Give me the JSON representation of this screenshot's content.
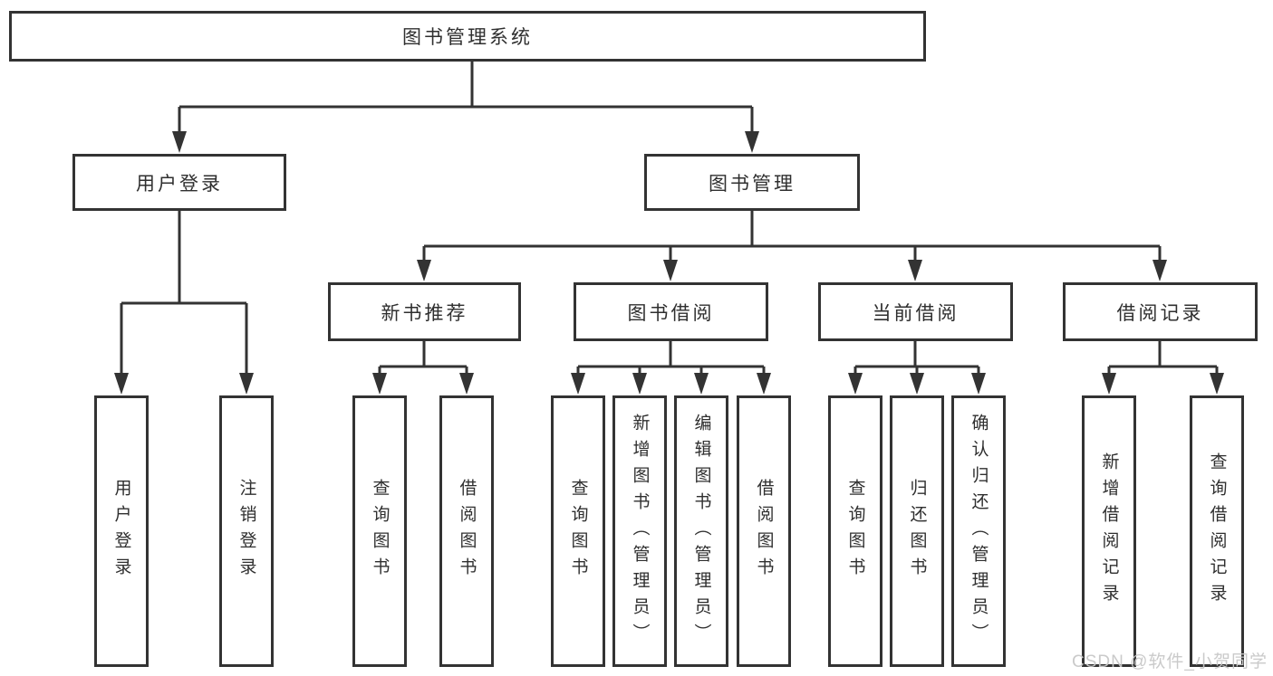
{
  "diagram": {
    "kind": "hierarchy-tree",
    "colors": {
      "background": "#ffffff",
      "line": "#333333",
      "box_border": "#333333",
      "box_fill": "#ffffff",
      "text": "#2f2f2f",
      "watermark": "#c7c7c7"
    },
    "nodes": {
      "root": {
        "label": "图书管理系统"
      },
      "level2": {
        "user_login": {
          "label": "用户登录"
        },
        "book_management": {
          "label": "图书管理"
        }
      },
      "level3": {
        "new_book_recommend": {
          "label": "新书推荐"
        },
        "book_borrowing": {
          "label": "图书借阅"
        },
        "current_borrowing": {
          "label": "当前借阅"
        },
        "borrowing_records": {
          "label": "借阅记录"
        }
      },
      "leaves": {
        "user_login": {
          "label": "用户登录",
          "parent": "用户登录"
        },
        "logout": {
          "label": "注销登录",
          "parent": "用户登录"
        },
        "recommend_query_books": {
          "label": "查询图书",
          "parent": "新书推荐"
        },
        "recommend_borrow_books": {
          "label": "借阅图书",
          "parent": "新书推荐"
        },
        "borrowing_query_books": {
          "label": "查询图书",
          "parent": "图书借阅"
        },
        "borrowing_add_books": {
          "label": "新增图书（管理员）",
          "parent": "图书借阅"
        },
        "borrowing_edit_books": {
          "label": "编辑图书（管理员）",
          "parent": "图书借阅"
        },
        "borrowing_borrow_books": {
          "label": "借阅图书",
          "parent": "图书借阅"
        },
        "current_query_books": {
          "label": "查询图书",
          "parent": "当前借阅"
        },
        "current_return_books": {
          "label": "归还图书",
          "parent": "当前借阅"
        },
        "current_confirm_return": {
          "label": "确认归还（管理员）",
          "parent": "当前借阅"
        },
        "records_add_record": {
          "label": "新增借阅记录",
          "parent": "借阅记录"
        },
        "records_query_record": {
          "label": "查询借阅记录",
          "parent": "借阅记录"
        }
      }
    },
    "watermark": {
      "text": "CSDN @软件_小贺同学"
    }
  }
}
